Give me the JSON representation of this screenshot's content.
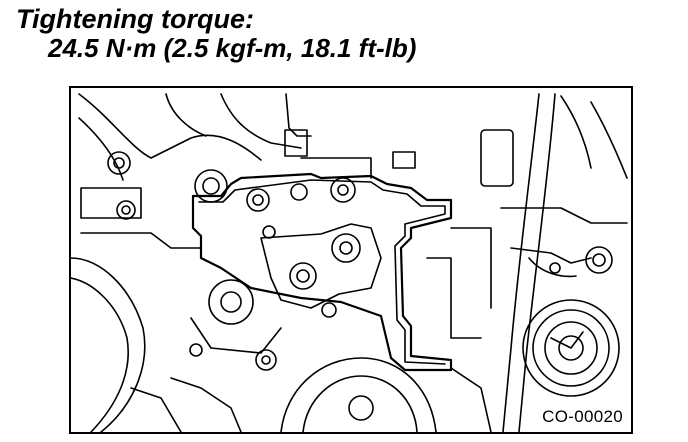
{
  "heading": {
    "label": "Tightening torque:",
    "value": "24.5 N·m (2.5 kgf-m, 18.1 ft-lb)"
  },
  "figure": {
    "code": "CO-00020"
  }
}
